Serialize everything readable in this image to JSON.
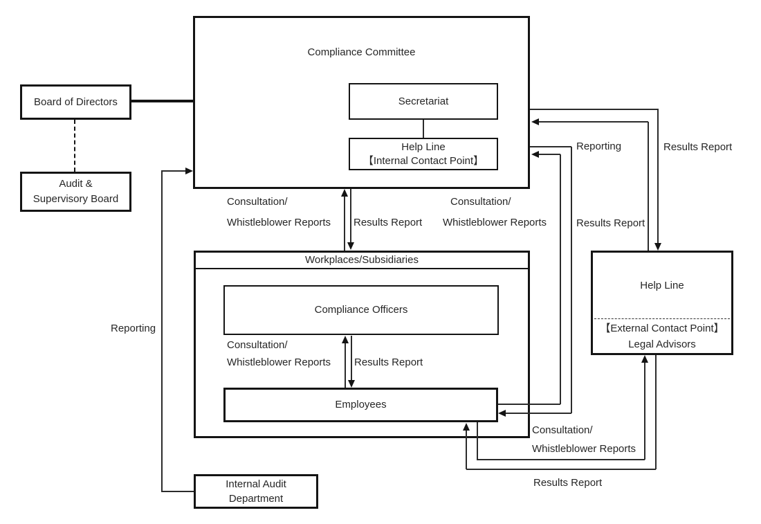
{
  "colors": {
    "ink": "#141414",
    "line": "#2b2b2b",
    "text": "#262626",
    "background": "#ffffff"
  },
  "diagram": {
    "nodes": {
      "compliance_committee": {
        "title": "Compliance Committee"
      },
      "secretariat": {
        "label": "Secretariat"
      },
      "helpline_internal": {
        "line1": "Help Line",
        "line2": "【Internal Contact Point】"
      },
      "board_of_directors": {
        "label": "Board of Directors"
      },
      "audit_supervisory_board": {
        "line1": "Audit &",
        "line2": "Supervisory Board"
      },
      "workplaces": {
        "title": "Workplaces/Subsidiaries"
      },
      "compliance_officers": {
        "label": "Compliance Officers"
      },
      "employees": {
        "label": "Employees"
      },
      "helpline_external": {
        "line1": "Help Line",
        "line2": "【External Contact Point】",
        "line3": "Legal Advisors"
      },
      "internal_audit": {
        "line1": "Internal Audit",
        "line2": "Department"
      }
    },
    "edges": {
      "committee_workplaces": {
        "consultation_line1": "Consultation/",
        "consultation_line2": "Whistleblower Reports",
        "results": "Results Report"
      },
      "officers_employees": {
        "consultation_line1": "Consultation/",
        "consultation_line2": "Whistleblower Reports",
        "results": "Results Report"
      },
      "employees_helpline_internal": {
        "consultation_line1": "Consultation/",
        "consultation_line2": "Whistleblower Reports",
        "results": "Results Report"
      },
      "helpline_external_committee": {
        "reporting": "Reporting",
        "results": "Results Report"
      },
      "employees_helpline_external": {
        "consultation_line1": "Consultation/",
        "consultation_line2": "Whistleblower Reports",
        "results": "Results Report"
      },
      "internal_audit_committee": {
        "reporting": "Reporting"
      }
    }
  }
}
